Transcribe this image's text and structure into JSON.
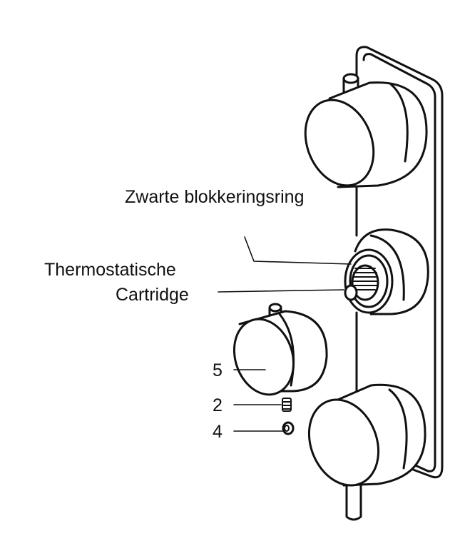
{
  "labels": {
    "blocking_ring": "Zwarte blokkeringsring",
    "cartridge_line1": "Thermostatische",
    "cartridge_line2": "Cartridge",
    "part_5": "5",
    "part_2": "2",
    "part_4": "4"
  },
  "colors": {
    "stroke": "#111111",
    "background": "#ffffff"
  }
}
